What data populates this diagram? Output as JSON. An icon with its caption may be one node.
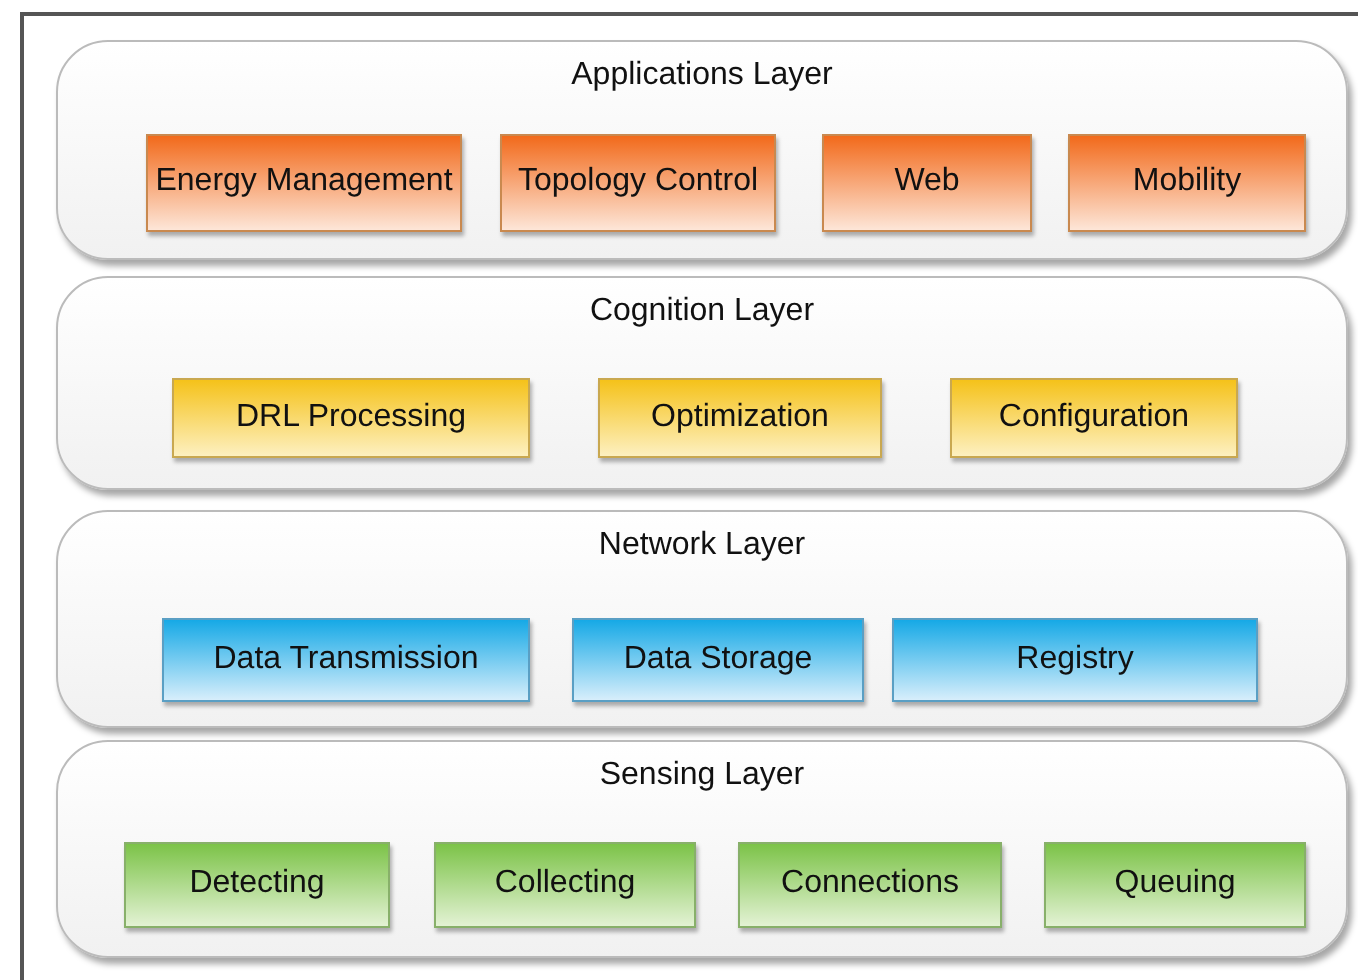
{
  "diagram": {
    "nodes": [
      {
        "text": [
          "Applications Layer"
        ]
      },
      {
        "text": [
          "Energy Management"
        ],
        "in": 0
      },
      {
        "text": [
          "Topology Control"
        ],
        "in": 0
      },
      {
        "text": [
          "Web"
        ],
        "in": 0
      },
      {
        "text": [
          "Mobility"
        ],
        "in": 0
      },
      {
        "text": [
          "Cognition Layer"
        ]
      },
      {
        "text": [
          "DRL Processing"
        ],
        "in": 5
      },
      {
        "text": [
          "Optimization"
        ],
        "in": 5
      },
      {
        "text": [
          "Configuration"
        ],
        "in": 5
      },
      {
        "text": [
          "Network Layer"
        ]
      },
      {
        "text": [
          "Data Transmission"
        ],
        "in": 9
      },
      {
        "text": [
          "Data Storage"
        ],
        "in": 9
      },
      {
        "text": [
          "Registry"
        ],
        "in": 9
      },
      {
        "text": [
          "Sensing Layer"
        ]
      },
      {
        "text": [
          "Detecting"
        ],
        "in": 13
      },
      {
        "text": [
          "Collecting"
        ],
        "in": 13
      },
      {
        "text": [
          "Connections"
        ],
        "in": 13
      },
      {
        "text": [
          "Queuing"
        ],
        "in": 13
      }
    ]
  }
}
